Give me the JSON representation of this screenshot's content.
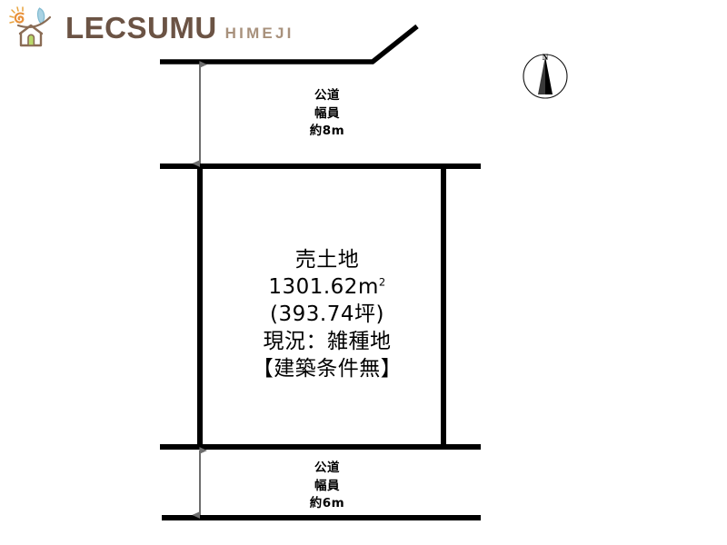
{
  "logo": {
    "icon_name": "lecsumu-house-sun-logo",
    "main_text": "LECSUMU",
    "sub_text": "HIMEJI",
    "main_color": "#6b5344",
    "sub_color": "#a8917c"
  },
  "plan": {
    "stroke_color": "#000000",
    "dimension_arrow_color": "#6e6e6e",
    "background_color": "#ffffff",
    "lot": {
      "title": "売土地",
      "area_sqm": "1301.62",
      "area_unit": "m",
      "area_unit_sup": "2",
      "area_tsubo": "(393.74坪)",
      "condition": "現況：雑種地",
      "building_condition": "【建築条件無】"
    },
    "road_top": {
      "name": "公道",
      "measure_label": "幅員",
      "width": "約8m"
    },
    "road_bottom": {
      "name": "公道",
      "measure_label": "幅員",
      "width": "約6m"
    },
    "compass": {
      "label": "N",
      "icon_name": "compass-north-needle"
    }
  }
}
